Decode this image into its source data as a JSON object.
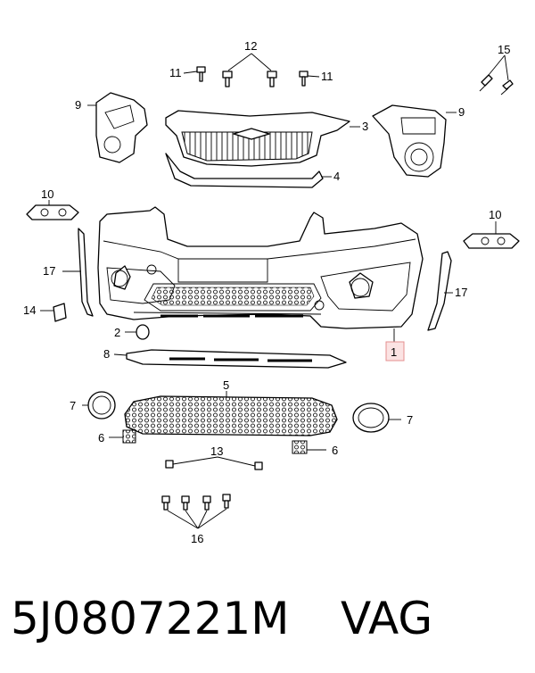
{
  "diagram": {
    "part_number": "5J0807221M",
    "brand": "VAG",
    "highlighted_callout": "1",
    "highlight_color": "#e58f8f",
    "callouts": {
      "c1": "1",
      "c2": "2",
      "c3": "3",
      "c4": "4",
      "c5": "5",
      "c6a": "6",
      "c6b": "6",
      "c7a": "7",
      "c7b": "7",
      "c8": "8",
      "c9a": "9",
      "c9b": "9",
      "c10a": "10",
      "c10b": "10",
      "c11a": "11",
      "c11b": "11",
      "c12": "12",
      "c13": "13",
      "c14": "14",
      "c15": "15",
      "c16": "16",
      "c17a": "17",
      "c17b": "17"
    }
  }
}
